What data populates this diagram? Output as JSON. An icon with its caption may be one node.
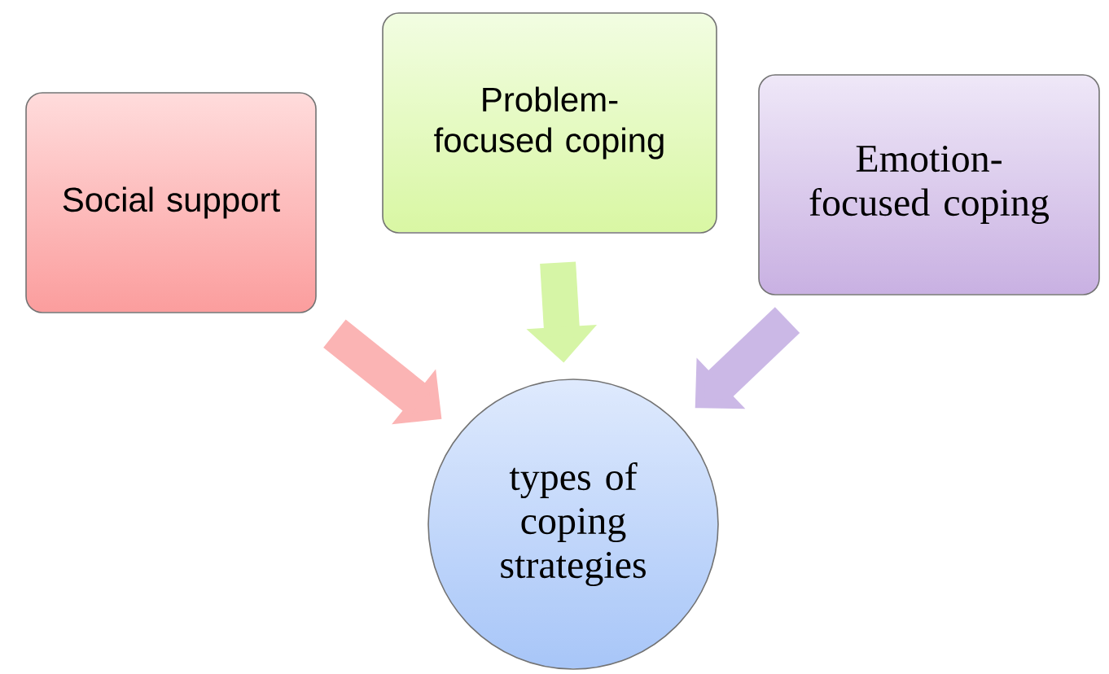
{
  "diagram": {
    "nodes": [
      {
        "text": [
          "Social support"
        ]
      },
      {
        "text": [
          "Problem-focused coping"
        ]
      },
      {
        "text": [
          "Emotion-focused coping"
        ]
      },
      {
        "text": [
          "types of coping strategies"
        ]
      }
    ],
    "edges": [
      {
        "from": 0,
        "to": 3,
        "arrow": "to",
        "color": "#fbb4b4"
      },
      {
        "from": 1,
        "to": 3,
        "arrow": "to",
        "color": "#d6f5a6"
      },
      {
        "from": 2,
        "to": 3,
        "arrow": "to",
        "color": "#cbb8e6"
      }
    ]
  }
}
